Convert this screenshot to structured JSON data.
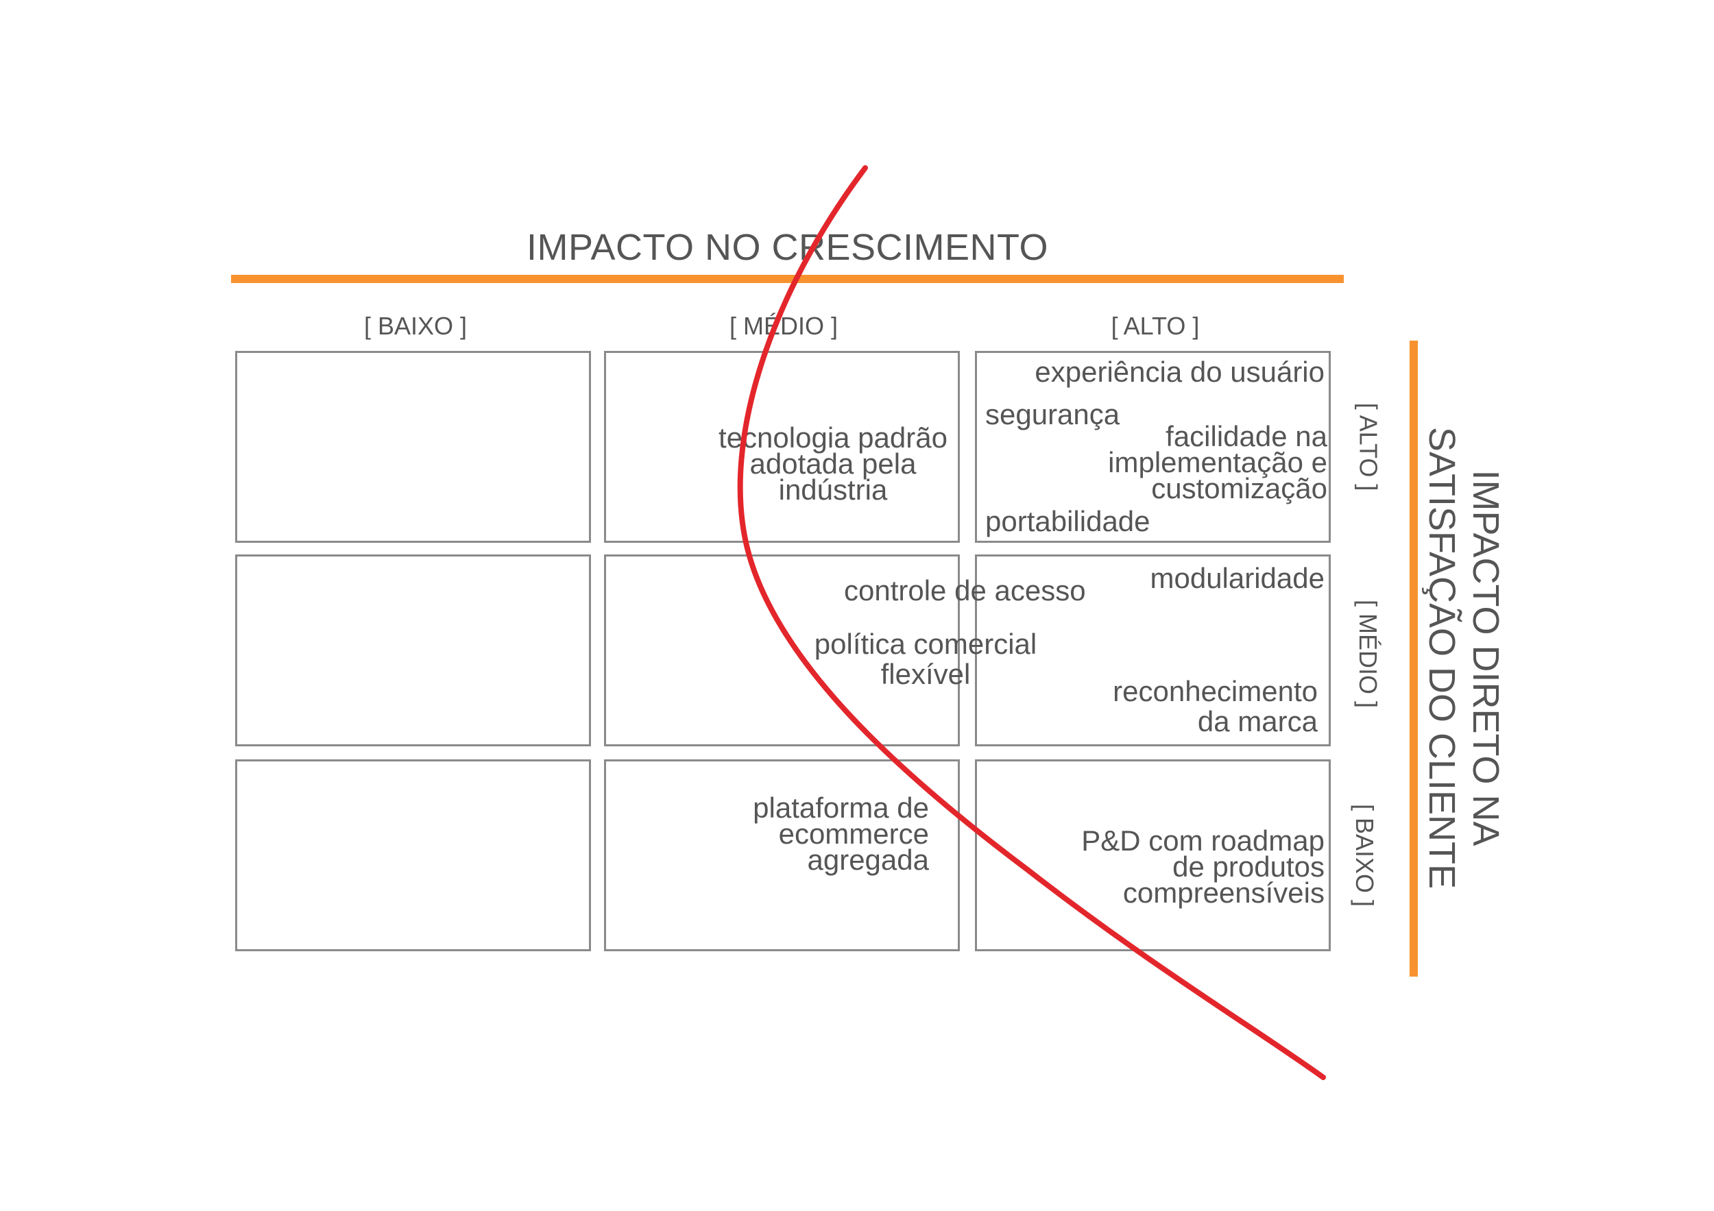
{
  "diagram": {
    "x_axis": {
      "title": "IMPACTO NO CRESCIMENTO",
      "columns": [
        "[ BAIXO ]",
        "[ MÉDIO ]",
        "[ ALTO ]"
      ]
    },
    "y_axis": {
      "title_line1": "IMPACTO DIRETO NA",
      "title_line2": "SATISFAÇÃO DO CLIENTE",
      "rows": [
        "[ ALTO ]",
        "[ MÉDIO ]",
        "[ BAIXO ]"
      ]
    },
    "items": {
      "experiencia": "experiência do usuário",
      "seguranca": "segurança",
      "facilidade": [
        "facilidade na",
        "implementação e",
        "customização"
      ],
      "portabilidade": "portabilidade",
      "tecnologia": [
        "tecnologia padrão",
        "adotada pela",
        "indústria"
      ],
      "controle": "controle de acesso",
      "modularidade": "modularidade",
      "politica": [
        "política comercial",
        "flexível"
      ],
      "reconhecimento": [
        "reconhecimento",
        "da marca"
      ],
      "plataforma": [
        "plataforma de",
        "ecommerce",
        "agregada"
      ],
      "pd": [
        "P&D com roadmap",
        "de produtos",
        "compreensíveis"
      ]
    },
    "colors": {
      "accent_orange": "#f7922f",
      "curve_red": "#e3262b",
      "cell_border": "#8a8a8a",
      "text": "#555555"
    }
  }
}
